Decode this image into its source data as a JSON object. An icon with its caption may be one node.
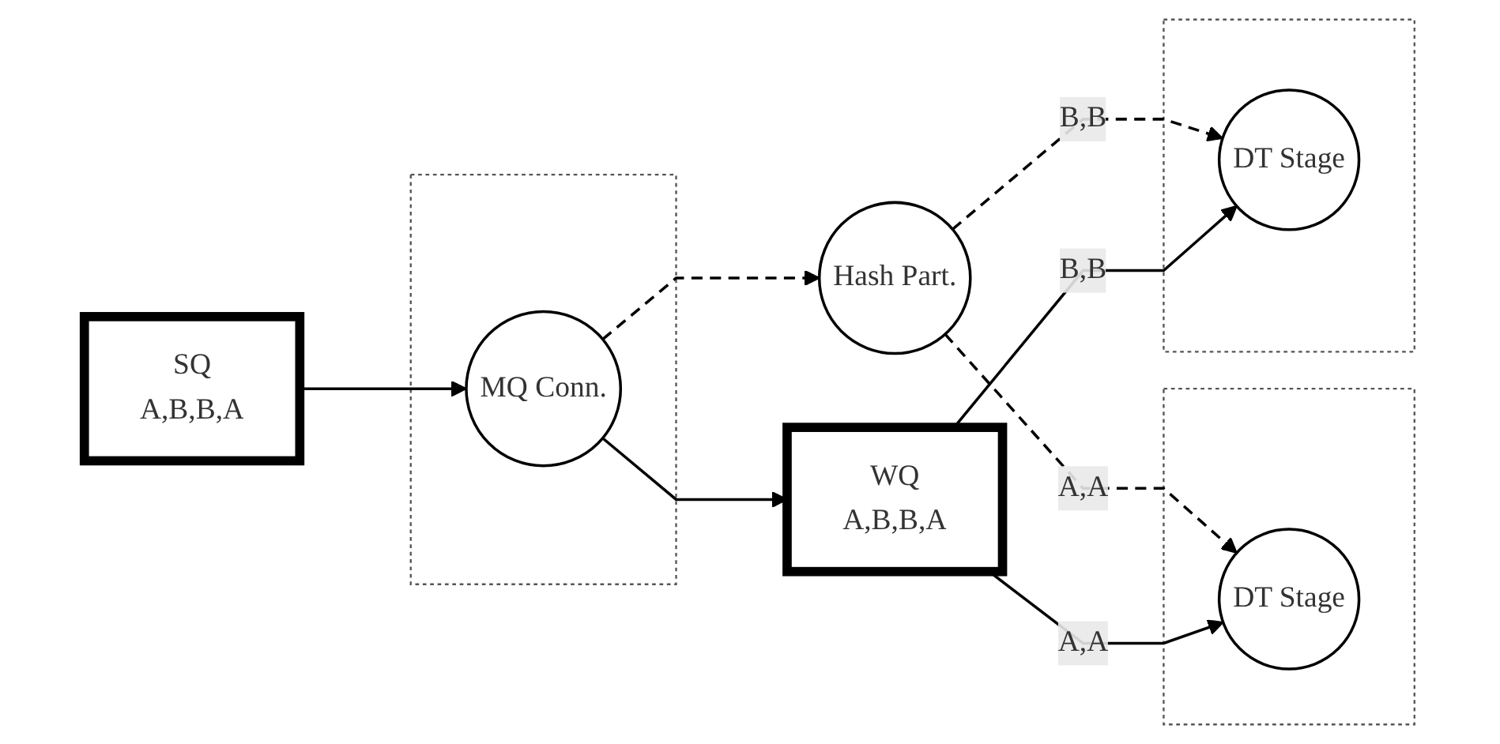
{
  "diagram": {
    "nodes": [
      {
        "text": [
          "SQ",
          "A,B,B,A"
        ]
      },
      {
        "text": [],
        "shape": "box"
      },
      {
        "text": [
          "MQ Conn."
        ],
        "in": 1
      },
      {
        "text": [
          "Hash Part."
        ]
      },
      {
        "text": [],
        "shape": "box"
      },
      {
        "text": [
          "DT Stage"
        ],
        "in": 4
      },
      {
        "text": [
          "WQ",
          "A,B,B,A"
        ]
      },
      {
        "text": [],
        "shape": "box"
      },
      {
        "text": [
          "DT Stage"
        ],
        "in": 7
      }
    ],
    "edges": [
      {
        "from": 0,
        "to": 2,
        "arrow": "to"
      },
      {
        "from": 2,
        "to": 3,
        "arrow": "to",
        "style": "dashed"
      },
      {
        "from": 2,
        "to": 6,
        "arrow": "to"
      },
      {
        "from": 3,
        "to": 5,
        "arrow": "to",
        "style": "dashed",
        "label": "A,A"
      },
      {
        "from": 3,
        "to": 8,
        "arrow": "to",
        "style": "dashed",
        "label": "B,B"
      },
      {
        "from": 6,
        "to": 5,
        "arrow": "to",
        "label": "A,A"
      },
      {
        "from": 6,
        "to": 8,
        "arrow": "to",
        "label": "B,B"
      }
    ]
  }
}
